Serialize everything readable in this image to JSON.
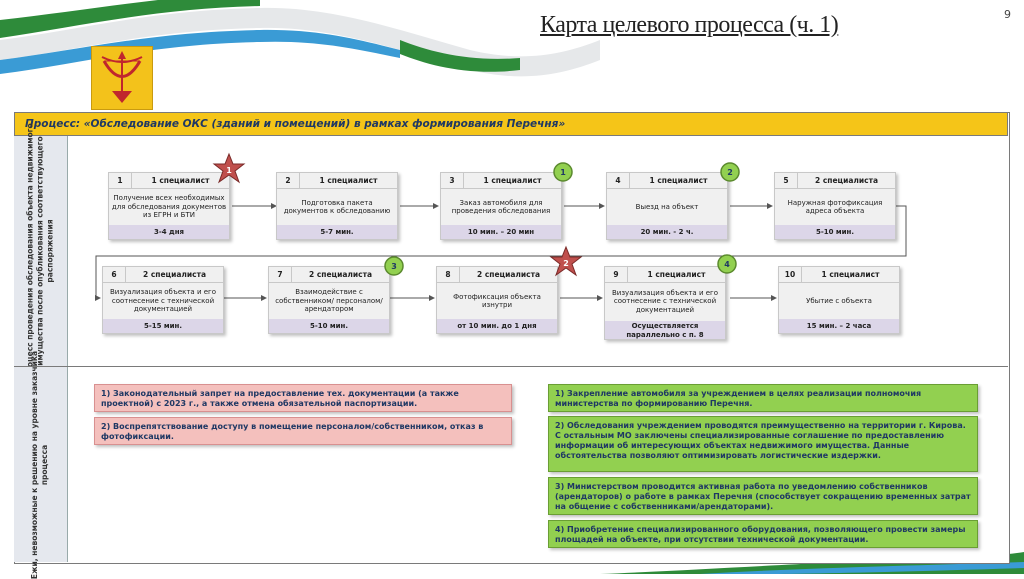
{
  "slide": {
    "title": "Карта целевого процесса (ч. 1)",
    "page_number": "9"
  },
  "process": {
    "title": "Процесс: «Обследование ОКС (зданий и помещений) в рамках формирования Перечня»",
    "side_label_top_line1": "Процесс проведения обследования объекта недвижимого",
    "side_label_top_line2": "имущества после опубликования соответствующего",
    "side_label_top_line3": "распоряжения",
    "side_label_bottom_line1": "Ежи, невозможные к решению на уровне заказчика",
    "side_label_bottom_line2": "процесса"
  },
  "steps": [
    {
      "num": "1",
      "spec": "1 специалист",
      "text": "Получение всех необходимых для обследования документов из ЕГРН и БТИ",
      "duration": "3-4 дня"
    },
    {
      "num": "2",
      "spec": "1 специалист",
      "text": "Подготовка пакета документов к обследованию",
      "duration": "5-7 мин."
    },
    {
      "num": "3",
      "spec": "1 специалист",
      "text": "Заказ автомобиля для проведения обследования",
      "duration": "10 мин. – 20 мин"
    },
    {
      "num": "4",
      "spec": "1 специалист",
      "text": "Выезд на объект",
      "duration": "20 мин. - 2 ч."
    },
    {
      "num": "5",
      "spec": "2 специалиста",
      "text": "Наружная фотофиксация адреса объекта",
      "duration": "5-10 мин."
    },
    {
      "num": "6",
      "spec": "2 специалиста",
      "text": "Визуализация объекта и его соотнесение с технической документацией",
      "duration": "5-15 мин."
    },
    {
      "num": "7",
      "spec": "2 специалиста",
      "text": "Взаимодействие с собственником/ персоналом/арендатором",
      "duration": "5-10 мин."
    },
    {
      "num": "8",
      "spec": "2 специалиста",
      "text": "Фотофиксация объекта изнутри",
      "duration": "от 10 мин. до 1 дня"
    },
    {
      "num": "9",
      "spec": "1 специалист",
      "text": "Визуализация объекта и его соотнесение с технической документацией",
      "duration": "Осуществляется параллельно с п. 8"
    },
    {
      "num": "10",
      "spec": "1 специалист",
      "text": "Убытие с объекта",
      "duration": "15 мин. – 2 часа"
    }
  ],
  "markers": {
    "star_1": "1",
    "star_2": "2",
    "circle_1": "1",
    "circle_2": "2",
    "circle_3": "3",
    "circle_4": "4"
  },
  "issues": [
    "1) Законодательный запрет на предоставление тех. документации (а также проектной) с 2023 г., а также отмена обязательной паспортизации.",
    "2) Воспрепятствование доступу в помещение персоналом/собственником, отказ в фотофиксации."
  ],
  "solutions": [
    "1) Закрепление автомобиля за учреждением в целях реализации полномочия министерства по формированию Перечня.",
    "2) Обследования учреждением проводятся преимущественно на территории г. Кирова. С остальным МО заключены специализированные соглашение по предоставлению информации об интересующих объектах недвижимого имущества. Данные обстоятельства позволяют оптимизировать логистические издержки.",
    "3) Министерством проводится активная работа по уведомлению собственников (арендаторов) о работе в рамках Перечня (способствует сокращению временных затрат на общение с собственниками/арендаторами).",
    "4) Приобретение специализированного оборудования, позволяющего провести замеры площадей на объекте, при отсутствии технической документации."
  ],
  "colors": {
    "header": "#f5c518",
    "issue": "#f4c0bd",
    "solution": "#92d050",
    "star": "#c0504d",
    "circle": "#92d050"
  }
}
